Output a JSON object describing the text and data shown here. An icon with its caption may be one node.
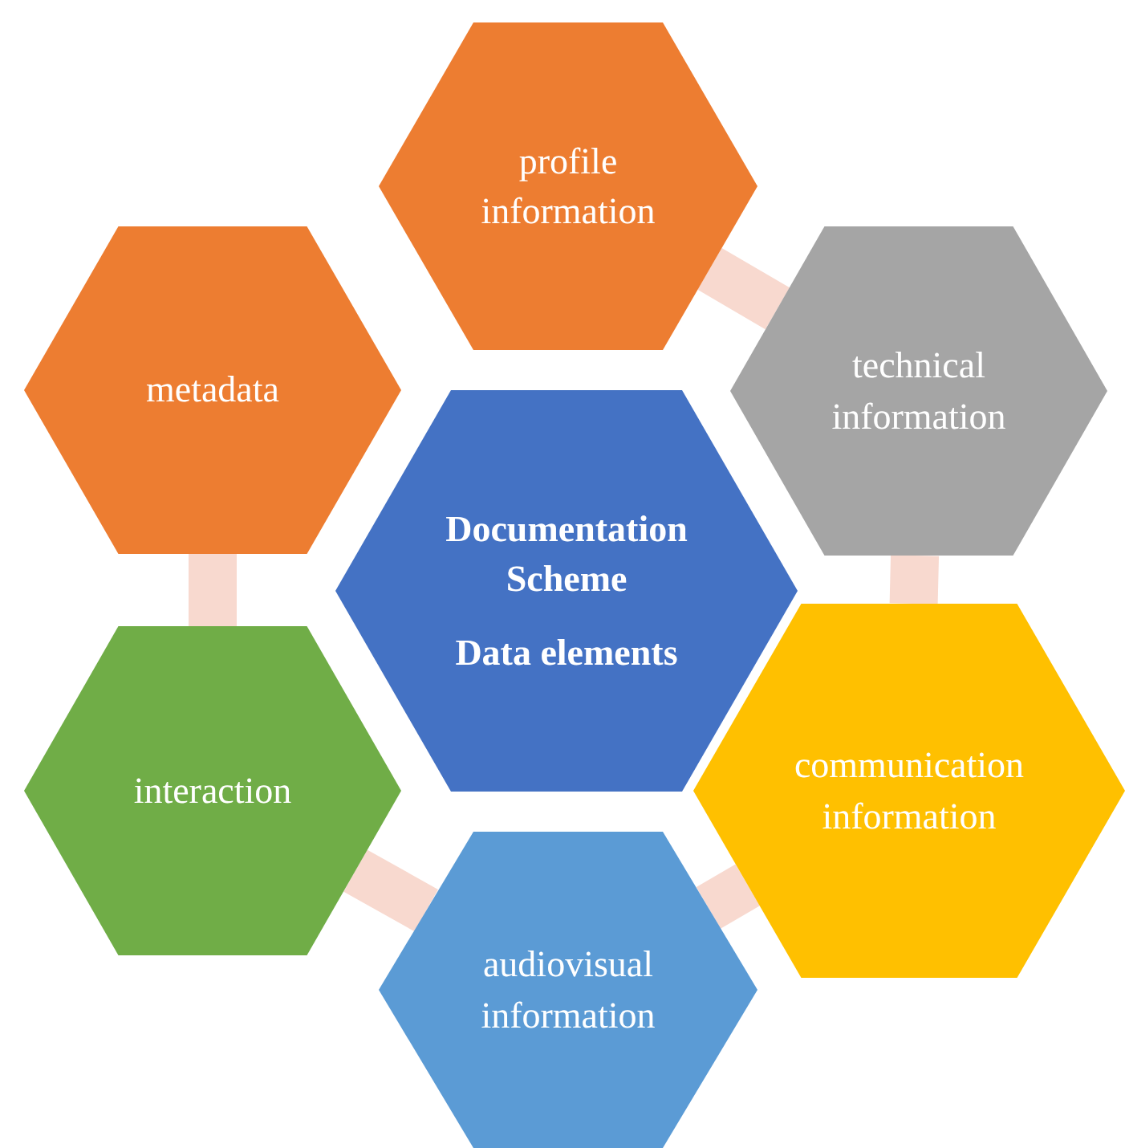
{
  "diagram": {
    "nodes": [
      {
        "text": [
          "profile information"
        ]
      },
      {
        "text": [
          "metadata"
        ]
      },
      {
        "text": [
          "technical information"
        ]
      },
      {
        "text": [
          "Documentation Scheme",
          "Data elements"
        ]
      },
      {
        "text": [
          "interaction"
        ]
      },
      {
        "text": [
          "communication information"
        ]
      },
      {
        "text": [
          "audiovisual information"
        ]
      }
    ],
    "edges": [
      {
        "from": 0,
        "to": 2,
        "arrow": "none"
      },
      {
        "from": 2,
        "to": 5,
        "arrow": "none"
      },
      {
        "from": 5,
        "to": 6,
        "arrow": "none"
      },
      {
        "from": 6,
        "to": 4,
        "arrow": "none"
      },
      {
        "from": 4,
        "to": 1,
        "arrow": "none"
      }
    ]
  }
}
